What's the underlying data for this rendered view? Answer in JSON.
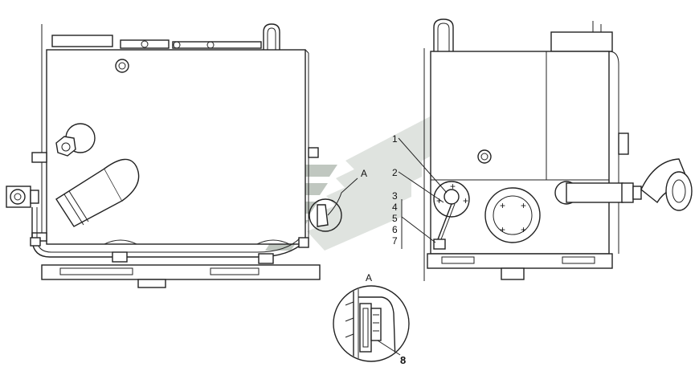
{
  "callouts": {
    "view_marker": "A",
    "view_title": "A",
    "c1": "1",
    "c2": "2",
    "c3": "3",
    "c4": "4",
    "c5": "5",
    "c6": "6",
    "c7": "7",
    "c8": "8"
  },
  "colors": {
    "line": "#222222",
    "watermark_dark": "#7f8f7f",
    "watermark_light": "#c9d0c9"
  }
}
